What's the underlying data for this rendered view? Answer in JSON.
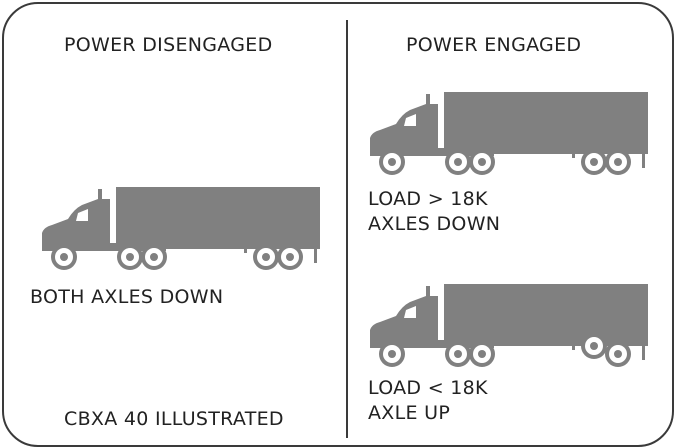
{
  "left_panel": {
    "heading": "POWER DISENGAGED",
    "truck_caption": "BOTH AXLES DOWN",
    "footer": "CBXA 40 ILLUSTRATED"
  },
  "right_panel": {
    "heading": "POWER ENGAGED",
    "top_caption_line1": "LOAD > 18K",
    "top_caption_line2": "AXLES DOWN",
    "bottom_caption_line1": "LOAD < 18K",
    "bottom_caption_line2": "AXLE UP"
  },
  "colors": {
    "truck": "#808080",
    "frame": "#3a3a3a",
    "text": "#222222"
  },
  "icons": [
    "semi-truck-icon"
  ]
}
